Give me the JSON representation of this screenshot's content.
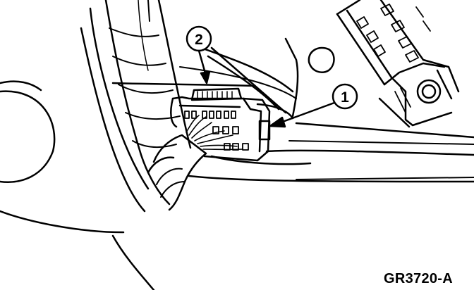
{
  "figure_id": "GR3720-A",
  "callouts": [
    {
      "label": "1"
    },
    {
      "label": "2"
    }
  ],
  "colors": {
    "ink": "#000000",
    "paper": "#ffffff"
  }
}
